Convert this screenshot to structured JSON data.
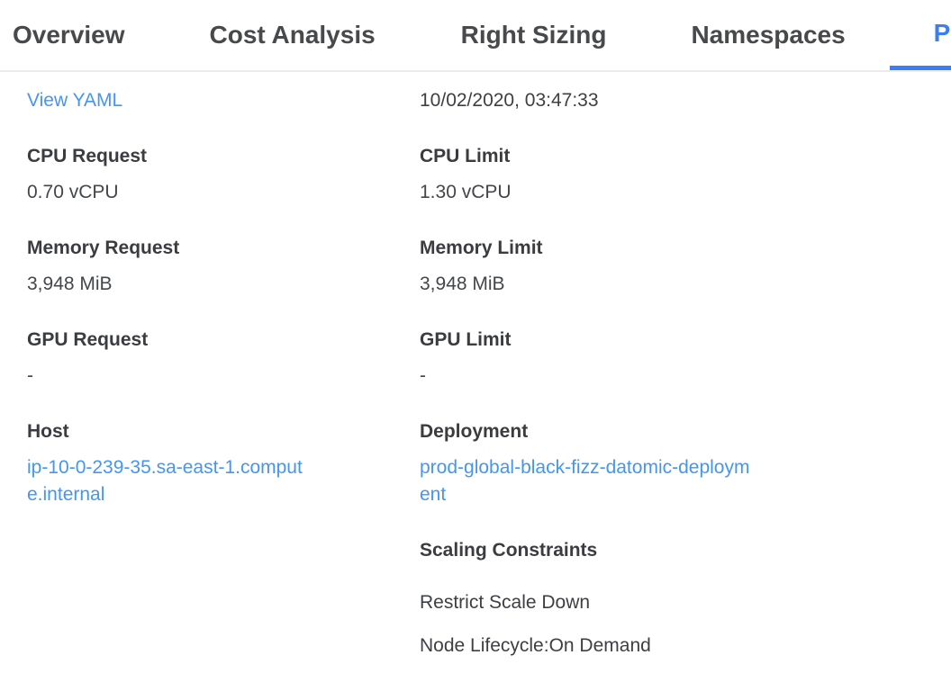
{
  "tabs": {
    "items": [
      {
        "label": "Overview"
      },
      {
        "label": "Cost Analysis"
      },
      {
        "label": "Right Sizing"
      },
      {
        "label": "Namespaces"
      },
      {
        "label": "Pods"
      }
    ],
    "active": "Pods"
  },
  "content": {
    "left": {
      "view_yaml": "View YAML",
      "cpu_request": {
        "label": "CPU Request",
        "value": "0.70 vCPU"
      },
      "memory_request": {
        "label": "Memory Request",
        "value": "3,948 MiB"
      },
      "gpu_request": {
        "label": "GPU Request",
        "value": "-"
      },
      "host": {
        "label": "Host",
        "value": "ip-10-0-239-35.sa-east-1.compute.internal"
      }
    },
    "right": {
      "timestamp": "10/02/2020, 03:47:33",
      "cpu_limit": {
        "label": "CPU Limit",
        "value": "1.30 vCPU"
      },
      "memory_limit": {
        "label": "Memory Limit",
        "value": "3,948 MiB"
      },
      "gpu_limit": {
        "label": "GPU Limit",
        "value": "-"
      },
      "deployment": {
        "label": "Deployment",
        "value": "prod-global-black-fizz-datomic-deployment"
      },
      "scaling_constraints": {
        "label": "Scaling Constraints",
        "items": [
          "Restrict Scale Down",
          "Node Lifecycle:On Demand"
        ]
      }
    }
  },
  "colors": {
    "active_tab_blue": "#3b7ef2",
    "link_blue": "#4596ee",
    "tab_divider_gray": "#ececec",
    "text_dark": "#3a3c3f"
  }
}
